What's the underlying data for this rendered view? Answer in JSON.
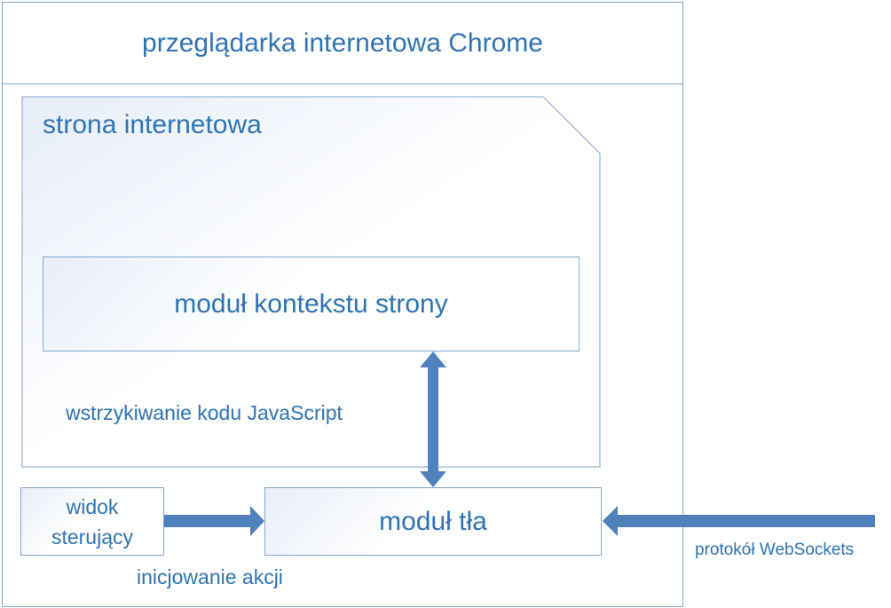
{
  "diagram": {
    "browser": {
      "title": "przeglądarka internetowa Chrome"
    },
    "webpage": {
      "label": "strona internetowa"
    },
    "page_context_module": {
      "label": "moduł kontekstu strony"
    },
    "js_injection": {
      "label": "wstrzykiwanie kodu JavaScript"
    },
    "background_module": {
      "label": "moduł tła"
    },
    "control_view": {
      "line1": "widok",
      "line2": "sterujący"
    },
    "action_initiation": {
      "label": "inicjowanie akcji"
    },
    "websockets": {
      "label": "protokół WebSockets"
    },
    "colors": {
      "text": "#2e74b5",
      "border": "#7fa6d2",
      "arrow": "#4f81bd"
    }
  }
}
